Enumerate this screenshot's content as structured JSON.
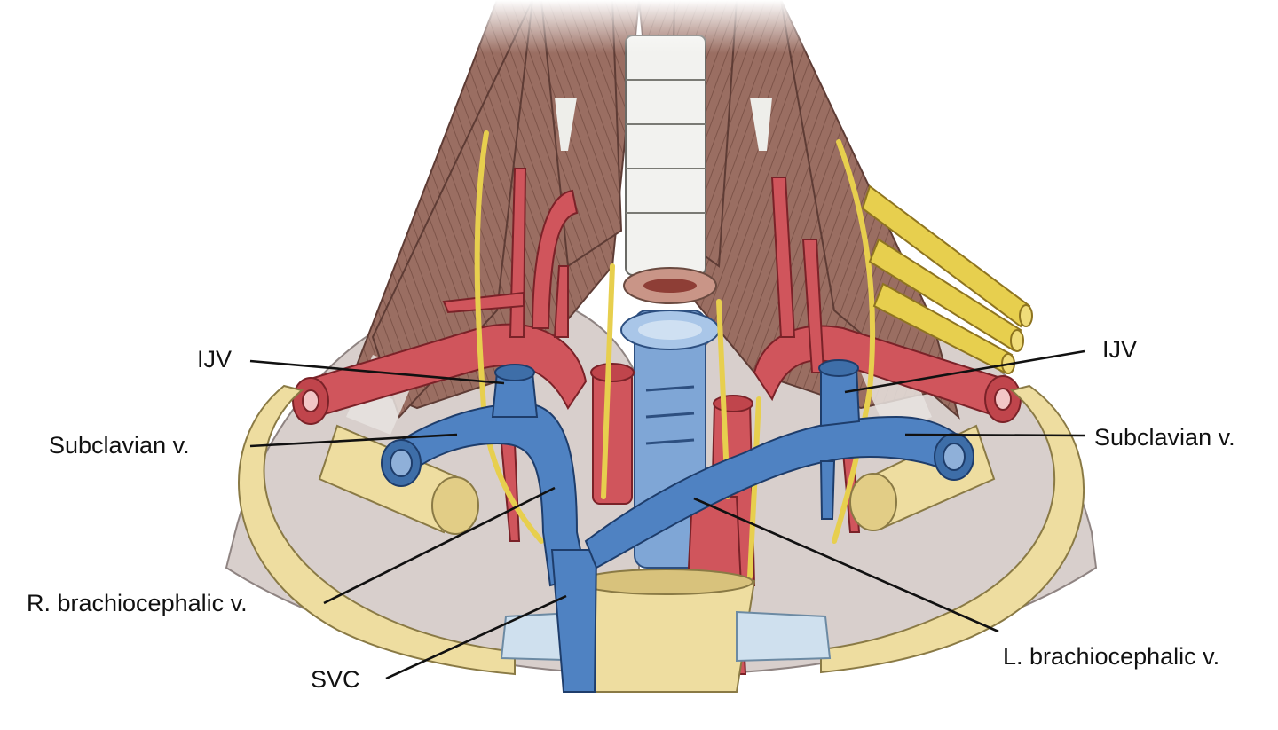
{
  "figure": {
    "labels": {
      "ijv_right": "IJV",
      "subclavian_right": "Subclavian v.",
      "r_brachiocephalic": "R. brachiocephalic v.",
      "svc": "SVC",
      "ijv_left": "IJV",
      "subclavian_left": "Subclavian v.",
      "l_brachiocephalic": "L. brachiocephalic v."
    },
    "colors": {
      "vein": "#4f82c2",
      "artery": "#d0555c",
      "muscle": "#9a6e62",
      "nerve": "#e7cf4e",
      "bone": "#eedda0",
      "cartilage": "#cfe0ee",
      "pleura": "#d8cfcc",
      "trachea": "#f2f2ef"
    }
  }
}
